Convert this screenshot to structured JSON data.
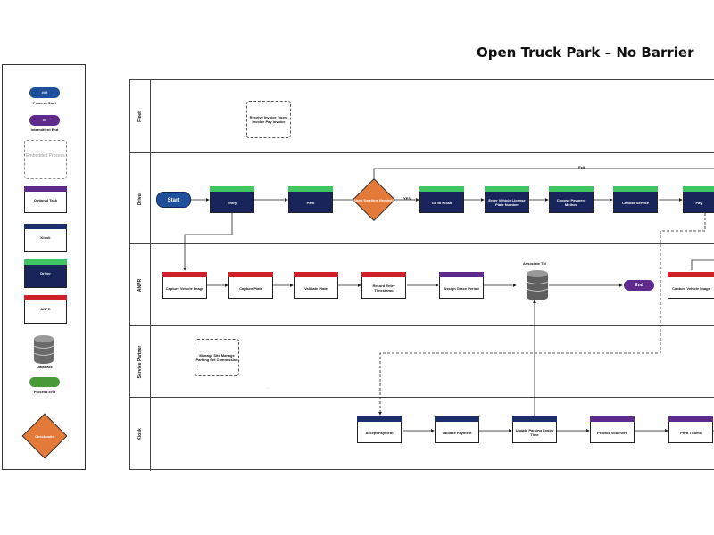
{
  "title": "Open Truck Park – No Barrier",
  "legend": {
    "process_start": {
      "pill": "###",
      "caption": "Process Start"
    },
    "intermittent_end": {
      "pill": "##",
      "caption": "Intermittent End"
    },
    "embedded_process": "Embedded Process",
    "optional_task": "Optional Task",
    "kiosk": "Kiosk",
    "driver": "Driver",
    "anpr": "ANPR",
    "database": "Database",
    "process_end": "Process End",
    "checkpoint": "Checkpoint"
  },
  "lanes": [
    "Fleet",
    "Driver",
    "ANPR",
    "Service Partner",
    "Kiosk"
  ],
  "fleet": {
    "note": "Receive Invoice Query Invoice Pay Invoice"
  },
  "driver": {
    "start": "Start",
    "entry": "Entry",
    "park": "Park",
    "decision": "Short Dwelline Needed?",
    "yes": "YES",
    "go_to_kiosk": "Go to Kiosk",
    "enter_plate": "Enter Vehicle License Plate Number",
    "choose_payment": "Choose Payment Method",
    "choose_service": "Choose Service",
    "pay": "Pay",
    "loop_label": "Exit"
  },
  "anpr": {
    "capture_image": "Capture Vehicle Image",
    "capture_plate": "Capture Plate",
    "validate_plate": "Validate Plate",
    "record_entry": "Record Entry Timestamp",
    "assign_grace": "Assign Grace Period",
    "db_label": "Associate TM",
    "end": "End",
    "capture_image_2": "Capture Vehicle Image"
  },
  "service_partner": {
    "note": "Manage Site Manage Parking Set Commission",
    "small": "..."
  },
  "kiosk": {
    "accept_payment": "Accept Payment",
    "validate_payment": "Validate Payment",
    "update_parking": "Update Parking Expiry Time",
    "provide_vouchers": "Provide Vouchers",
    "print_tickets": "Print Tickets"
  },
  "colors": {
    "navy": "#19245b",
    "red": "#d0202a",
    "purple": "#5e2a8c",
    "green": "#3fc663",
    "orange": "#e47a3a",
    "start_blue": "#1f4e9a"
  }
}
